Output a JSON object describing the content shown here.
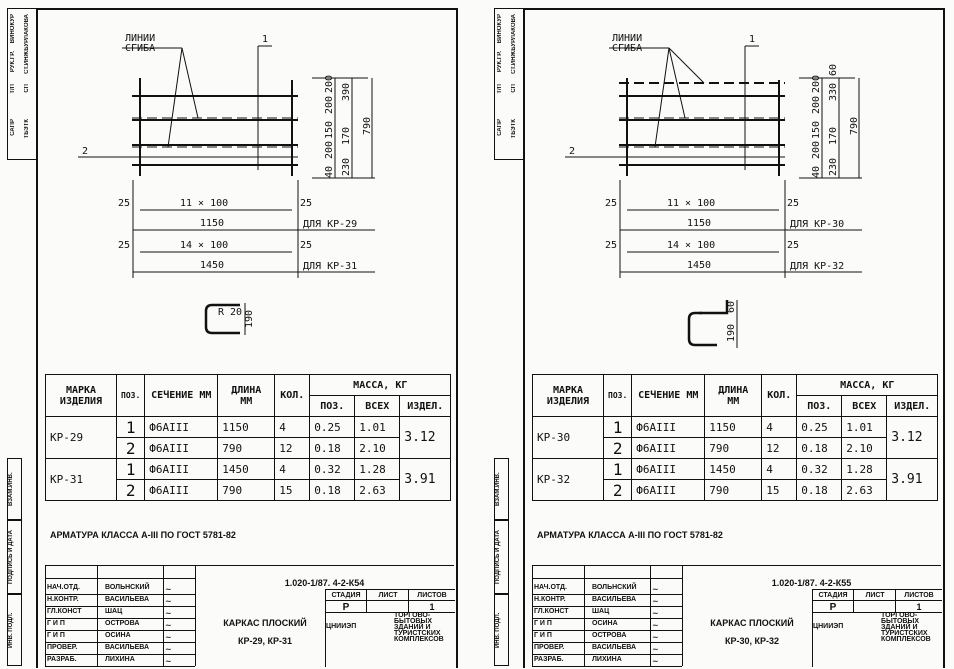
{
  "side_labels": {
    "strip": [
      "САПР",
      "ТБЭТК",
      "Т/П",
      "СП",
      "РУК.ГР.",
      "СТ.ИНЖ",
      "ВИНОКУР",
      "БУРЛАКОВА"
    ],
    "vertical": [
      "ВЗАМ.ИНВ.",
      "ПОДПИСЬ И ДАТА",
      "ИНВ. ПОДЛ."
    ]
  },
  "sheets": [
    {
      "drawing": {
        "bend_label_1": "ЛИНИИ",
        "bend_label_2": "СГИБА",
        "pos1": "1",
        "pos2": "2",
        "vdims_inner": [
          "200",
          "200",
          "150",
          "200",
          "40"
        ],
        "vdims_mid": [
          "390",
          "170",
          "230"
        ],
        "vdim_total": "790",
        "top_extra": null,
        "h_end": "25",
        "spacing_a": "11 × 100",
        "len_a": "1150",
        "for_a": "ДЛЯ КР-29",
        "spacing_b": "14 × 100",
        "len_b": "1450",
        "for_b": "ДЛЯ КР-31",
        "section_radius": "R 20",
        "section_height": "190",
        "section_top": null
      },
      "table": {
        "headers": {
          "mark": "МАРКА ИЗДЕЛИЯ",
          "pos": "ПОЗ.",
          "section": "СЕЧЕНИЕ ММ",
          "length": "ДЛИНА ММ",
          "qty": "КОЛ.",
          "mass": "МАССА, КГ",
          "mass_pos": "ПОЗ.",
          "mass_all": "ВСЕХ",
          "mass_item": "ИЗДЕЛ."
        },
        "items": [
          {
            "mark": "КР-29",
            "total": "3.12",
            "rows": [
              {
                "pos": "1",
                "section": "Ф6АIII",
                "length": "1150",
                "qty": "4",
                "mpos": "0.25",
                "mall": "1.01"
              },
              {
                "pos": "2",
                "section": "Ф6АIII",
                "length": "790",
                "qty": "12",
                "mpos": "0.18",
                "mall": "2.10"
              }
            ]
          },
          {
            "mark": "КР-31",
            "total": "3.91",
            "rows": [
              {
                "pos": "1",
                "section": "Ф6АIII",
                "length": "1450",
                "qty": "4",
                "mpos": "0.32",
                "mall": "1.28"
              },
              {
                "pos": "2",
                "section": "Ф6АIII",
                "length": "790",
                "qty": "15",
                "mpos": "0.18",
                "mall": "2.63"
              }
            ]
          }
        ]
      },
      "note": "АРМАТУРА КЛАССА А-III ПО ГОСТ 5781-82",
      "title_block": {
        "code": "1.020-1/87.  4-2-К54",
        "title": "КАРКАС  ПЛОСКИЙ",
        "subtitle": "КР-29, КР-31",
        "stage_h": "СТАДИЯ",
        "sheet_h": "ЛИСТ",
        "sheets_h": "ЛИСТОВ",
        "stage": "Р",
        "sheet": "",
        "sheets": "1",
        "org": "ЦНИИЭП",
        "org_sub": "ТОРГОВО-БЫТОВЫХ ЗДАНИЙ И ТУРИСТСКИХ КОМПЛЕКСОВ",
        "people": [
          [
            "НАЧ.ОТД.",
            "ВОЛЬНСКИЙ"
          ],
          [
            "Н.КОНТР.",
            "ВАСИЛЬЕВА"
          ],
          [
            "ГЛ.КОНСТ",
            "ШАЦ"
          ],
          [
            "Г И П",
            "ОСТРОВА"
          ],
          [
            "Г И П",
            "ОСИНА"
          ],
          [
            "ПРОВЕР.",
            "ВАСИЛЬЕВА"
          ],
          [
            "РАЗРАБ.",
            "ЛИХИНА"
          ]
        ]
      }
    },
    {
      "drawing": {
        "bend_label_1": "ЛИНИИ",
        "bend_label_2": "СГИБА",
        "pos1": "1",
        "pos2": "2",
        "vdims_inner": [
          "200",
          "200",
          "150",
          "200",
          "40"
        ],
        "vdims_mid": [
          "330",
          "170",
          "230"
        ],
        "vdim_total": "790",
        "top_extra": "60",
        "h_end": "25",
        "spacing_a": "11 × 100",
        "len_a": "1150",
        "for_a": "ДЛЯ КР-30",
        "spacing_b": "14 × 100",
        "len_b": "1450",
        "for_b": "ДЛЯ КР-32",
        "section_radius": null,
        "section_height": "190",
        "section_top": "60"
      },
      "table": {
        "headers": {
          "mark": "МАРКА ИЗДЕЛИЯ",
          "pos": "ПОЗ.",
          "section": "СЕЧЕНИЕ ММ",
          "length": "ДЛИНА ММ",
          "qty": "КОЛ.",
          "mass": "МАССА, КГ",
          "mass_pos": "ПОЗ.",
          "mass_all": "ВСЕХ",
          "mass_item": "ИЗДЕЛ."
        },
        "items": [
          {
            "mark": "КР-30",
            "total": "3.12",
            "rows": [
              {
                "pos": "1",
                "section": "Ф6АIII",
                "length": "1150",
                "qty": "4",
                "mpos": "0.25",
                "mall": "1.01"
              },
              {
                "pos": "2",
                "section": "Ф6АIII",
                "length": "790",
                "qty": "12",
                "mpos": "0.18",
                "mall": "2.10"
              }
            ]
          },
          {
            "mark": "КР-32",
            "total": "3.91",
            "rows": [
              {
                "pos": "1",
                "section": "Ф6АIII",
                "length": "1450",
                "qty": "4",
                "mpos": "0.32",
                "mall": "1.28"
              },
              {
                "pos": "2",
                "section": "Ф6АIII",
                "length": "790",
                "qty": "15",
                "mpos": "0.18",
                "mall": "2.63"
              }
            ]
          }
        ]
      },
      "note": "АРМАТУРА КЛАССА А-III ПО ГОСТ 5781-82",
      "title_block": {
        "code": "1.020-1/87.  4-2-К55",
        "title": "КАРКАС  ПЛОСКИЙ",
        "subtitle": "КР-30, КР-32",
        "stage_h": "СТАДИЯ",
        "sheet_h": "ЛИСТ",
        "sheets_h": "ЛИСТОВ",
        "stage": "Р",
        "sheet": "",
        "sheets": "1",
        "org": "ЦНИИЭП",
        "org_sub": "ТОРГОВО-БЫТОВЫХ ЗДАНИЙ И ТУРИСТСКИХ КОМПЛЕКСОВ",
        "people": [
          [
            "НАЧ.ОТД.",
            "ВОЛЬНСКИЙ"
          ],
          [
            "Н.КОНТР.",
            "ВАСИЛЬЕВА"
          ],
          [
            "ГЛ.КОНСТ",
            "ШАЦ"
          ],
          [
            "Г И П",
            "ОСИНА"
          ],
          [
            "Г И П",
            "ОСТРОВА"
          ],
          [
            "ПРОВЕР.",
            "ВАСИЛЬЕВА"
          ],
          [
            "РАЗРАБ.",
            "ЛИХИНА"
          ]
        ]
      }
    }
  ]
}
